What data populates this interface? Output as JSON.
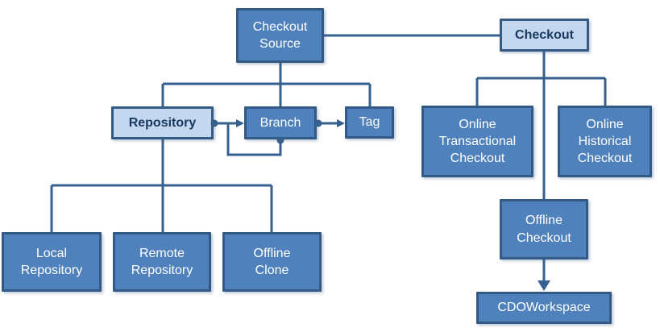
{
  "colors": {
    "node_fill": "#4f81bd",
    "node_border": "#335a85",
    "node_text": "#ffffff",
    "light_fill": "#c3d7ee",
    "light_text": "#17375e",
    "line": "#36608f"
  },
  "nodes": {
    "checkout_source": {
      "label": "Checkout\nSource",
      "style": "dark"
    },
    "checkout": {
      "label": "Checkout",
      "style": "light"
    },
    "repository": {
      "label": "Repository",
      "style": "light"
    },
    "branch": {
      "label": "Branch",
      "style": "dark"
    },
    "tag": {
      "label": "Tag",
      "style": "dark"
    },
    "online_transactional_checkout": {
      "label": "Online\nTransactional\nCheckout",
      "style": "dark"
    },
    "online_historical_checkout": {
      "label": "Online\nHistorical\nCheckout",
      "style": "dark"
    },
    "offline_checkout": {
      "label": "Offline\nCheckout",
      "style": "dark"
    },
    "cdo_workspace": {
      "label": "CDOWorkspace",
      "style": "dark"
    },
    "local_repository": {
      "label": "Local\nRepository",
      "style": "dark"
    },
    "remote_repository": {
      "label": "Remote\nRepository",
      "style": "dark"
    },
    "offline_clone": {
      "label": "Offline\nClone",
      "style": "dark"
    }
  },
  "edges": [
    {
      "from": "Checkout Source",
      "to": "Checkout",
      "style": "plain-line"
    },
    {
      "from": "Checkout Source",
      "to": "Repository",
      "style": "tree-branch"
    },
    {
      "from": "Checkout Source",
      "to": "Branch",
      "style": "tree-branch"
    },
    {
      "from": "Checkout Source",
      "to": "Tag",
      "style": "tree-branch"
    },
    {
      "from": "Checkout",
      "to": "Online Transactional Checkout",
      "style": "tree-branch"
    },
    {
      "from": "Checkout",
      "to": "Online Historical Checkout",
      "style": "tree-branch"
    },
    {
      "from": "Checkout",
      "to": "Offline Checkout",
      "style": "tree-branch"
    },
    {
      "from": "Repository",
      "to": "Branch",
      "style": "dot-arrow"
    },
    {
      "from": "Branch",
      "to": "Tag",
      "style": "dot-arrow"
    },
    {
      "from": "Branch",
      "to": "Branch",
      "style": "dot-arrow-self-loop"
    },
    {
      "from": "Repository",
      "to": "Local Repository",
      "style": "tree-branch"
    },
    {
      "from": "Repository",
      "to": "Remote Repository",
      "style": "tree-branch"
    },
    {
      "from": "Repository",
      "to": "Offline Clone",
      "style": "tree-branch"
    },
    {
      "from": "Offline Checkout",
      "to": "CDOWorkspace",
      "style": "solid-arrow"
    }
  ]
}
